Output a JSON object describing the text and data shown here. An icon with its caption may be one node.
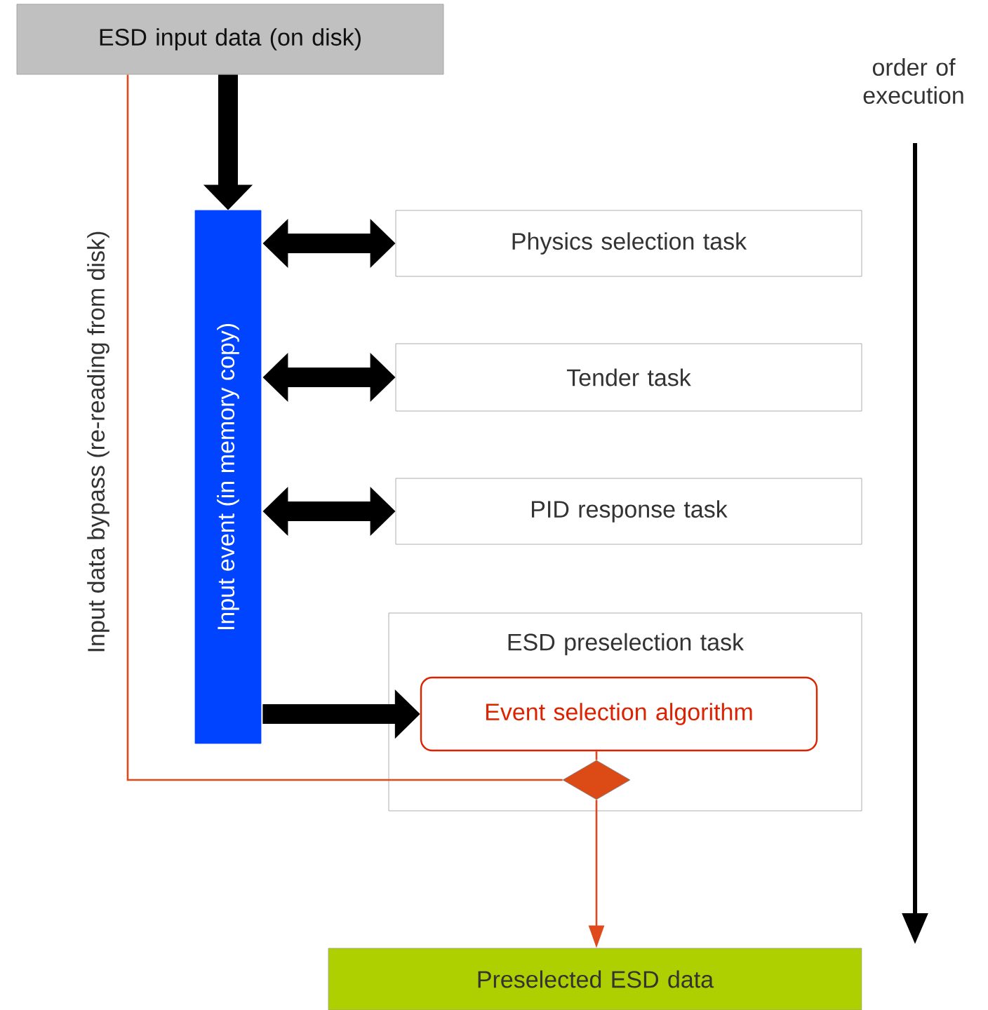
{
  "diagram": {
    "nodes": [
      {
        "text": [
          "ESD input data (on disk)"
        ]
      },
      {
        "text": [
          "Input event (in memory copy)"
        ]
      },
      {
        "text": [
          "Physics selection task"
        ]
      },
      {
        "text": [
          "Tender task"
        ]
      },
      {
        "text": [
          "PID response task"
        ]
      },
      {
        "text": [
          "ESD preselection task"
        ]
      },
      {
        "text": [
          "Event selection algorithm"
        ],
        "in": 5
      },
      {
        "text": [],
        "shape": "diamond",
        "in": 5
      },
      {
        "text": [
          "Preselected ESD data"
        ]
      }
    ],
    "edges": [
      {
        "from": 0,
        "to": 1,
        "arrow": "to"
      },
      {
        "from": 1,
        "to": 2,
        "arrow": "both"
      },
      {
        "from": 1,
        "to": 3,
        "arrow": "both"
      },
      {
        "from": 1,
        "to": 4,
        "arrow": "both"
      },
      {
        "from": 1,
        "to": 6,
        "arrow": "to"
      },
      {
        "from": 0,
        "to": 7,
        "arrow": "none",
        "color": "#e0491c",
        "label": "Input data bypass (re-reading from disk)"
      },
      {
        "from": 6,
        "to": 7,
        "arrow": "none",
        "color": "#e0491c"
      },
      {
        "from": 7,
        "to": 8,
        "arrow": "to",
        "color": "#e0491c"
      }
    ],
    "labels": [
      "order of execution"
    ]
  }
}
